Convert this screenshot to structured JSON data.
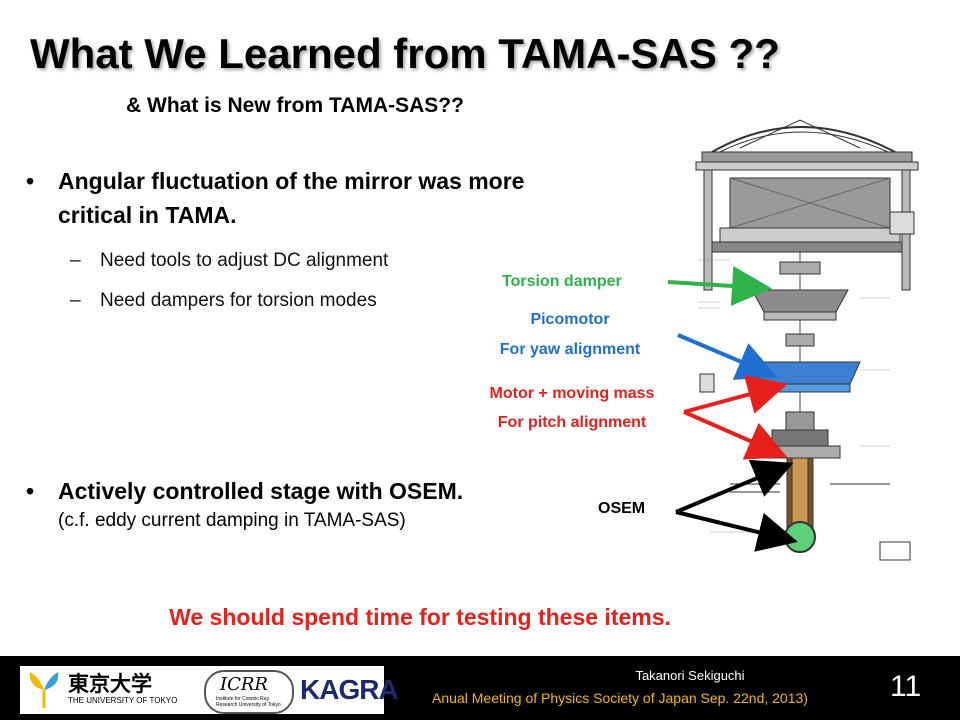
{
  "slide": {
    "title": "What We Learned from TAMA-SAS ??",
    "subtitle": "& What is New from TAMA-SAS??",
    "bullets": [
      {
        "line1": "Angular fluctuation of the mirror was more",
        "line2": "critical in TAMA.",
        "subitems": [
          "Need tools to adjust DC alignment",
          "Need dampers for torsion modes"
        ]
      },
      {
        "text": "Actively controlled stage with OSEM.",
        "note": "(c.f. eddy current damping in TAMA-SAS)"
      }
    ],
    "conclusion": "We should spend time for testing these items.",
    "bullet_glyph": "•",
    "dash_glyph": "–"
  },
  "figure": {
    "labels": {
      "torsion": "Torsion damper",
      "picomotor_line1": "Picomotor",
      "picomotor_line2": "For yaw alignment",
      "motor_line1": "Motor + moving mass",
      "motor_line2": "For pitch alignment",
      "osem": "OSEM"
    },
    "colors": {
      "torsion": "#2eb24a",
      "picomotor": "#1f6fd1",
      "motor": "#e8201c",
      "osem": "#000000",
      "mirror": "#5fd07a"
    }
  },
  "footer": {
    "logo_todai_kanji": "東京大学",
    "logo_todai_en": "THE UNIVERSITY OF TOKYO",
    "logo_icrr": "ICRR",
    "logo_icrr_sub": "Institute for Cosmic Ray Research University of Tokyo",
    "logo_kagra": "KAGRA",
    "presenter": "Takanori Sekiguchi",
    "meeting": "Anual Meeting of Physics Society of Japan Sep. 22nd, 2013)",
    "page_number": "11"
  }
}
